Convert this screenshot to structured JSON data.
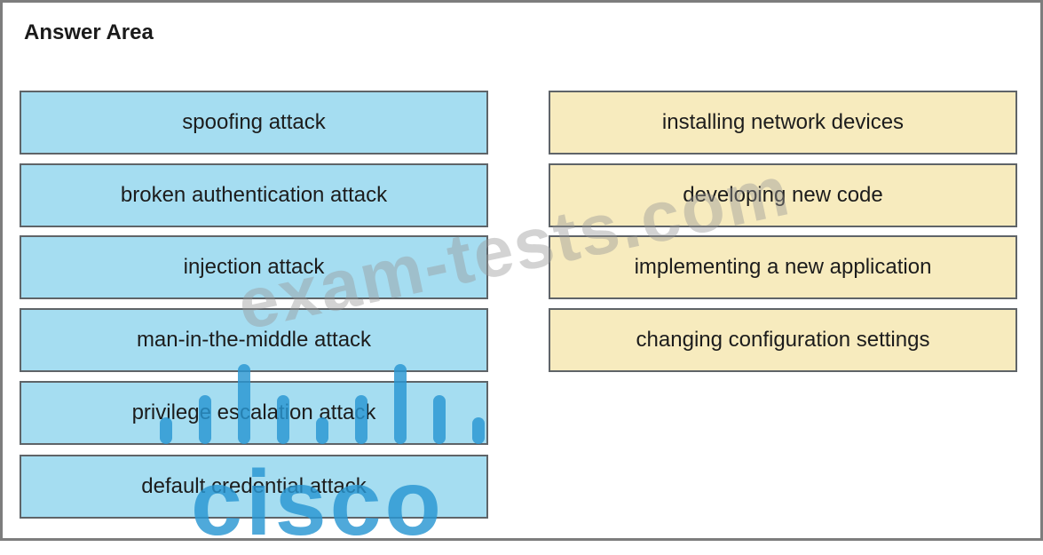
{
  "answer_area": {
    "title": "Answer Area"
  },
  "attacks": [
    {
      "label": "spoofing attack"
    },
    {
      "label": "broken authentication attack"
    },
    {
      "label": "injection attack"
    },
    {
      "label": "man-in-the-middle attack"
    },
    {
      "label": "privilege escalation attack"
    },
    {
      "label": "default credential attack"
    }
  ],
  "activities": [
    {
      "label": "installing network devices"
    },
    {
      "label": "developing new code"
    },
    {
      "label": "implementing a new application"
    },
    {
      "label": "changing configuration settings"
    }
  ],
  "watermark": {
    "text": "exam-tests.com",
    "logo_word": "cisco"
  },
  "colors": {
    "attack_fill": "#a5ddf1",
    "activity_fill": "#f7ebbe",
    "border": "#5f6468",
    "logo_blue": "#2896d2"
  }
}
